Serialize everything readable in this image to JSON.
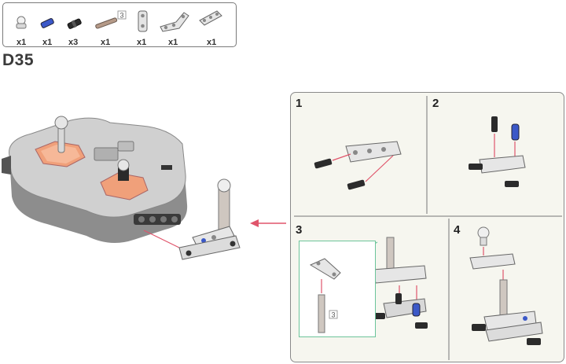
{
  "parts_list": {
    "items": [
      {
        "icon": "ball-joint-icon",
        "qty": "x1"
      },
      {
        "icon": "blue-axle-pin-icon",
        "qty": "x1"
      },
      {
        "icon": "black-friction-pin-icon",
        "qty": "x3"
      },
      {
        "icon": "axle-3-icon",
        "qty": "x1",
        "size_label": "3"
      },
      {
        "icon": "double-bent-connector-icon",
        "qty": "x1"
      },
      {
        "icon": "thick-bent-liftarm-icon",
        "qty": "x1"
      },
      {
        "icon": "thin-liftarm-icon",
        "qty": "x1"
      }
    ]
  },
  "step": {
    "id": "D35"
  },
  "substeps": [
    {
      "number": "1"
    },
    {
      "number": "2"
    },
    {
      "number": "3",
      "callout_axle_label": "3"
    },
    {
      "number": "4"
    }
  ],
  "colors": {
    "panel_bg": "#f6f6ef",
    "callout_border": "#6cc49a",
    "arrow": "#e0556b",
    "controller_grey": "#c9c9c9",
    "orange_accent": "#f0a07a",
    "blue_pin": "#3b58c8"
  }
}
